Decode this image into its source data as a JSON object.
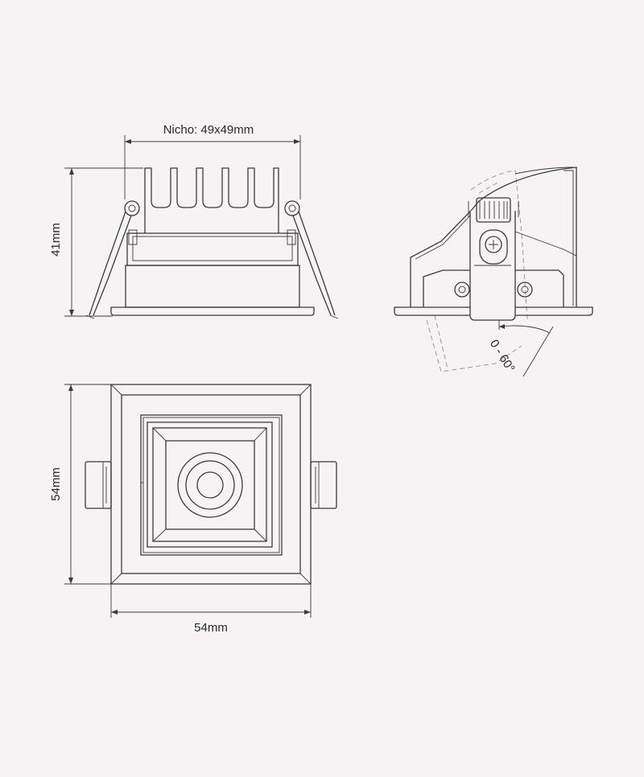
{
  "side_view": {
    "niche_label": "Nicho: 49x49mm",
    "height_label": "41mm"
  },
  "profile_view": {
    "tilt_label": "0 - 60°"
  },
  "top_view": {
    "height_label": "54mm",
    "width_label": "54mm"
  }
}
